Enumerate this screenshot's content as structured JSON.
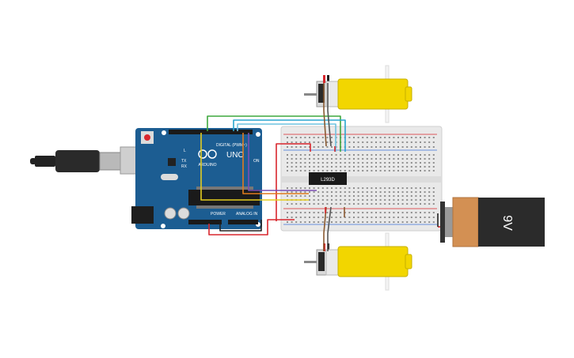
{
  "arduino": {
    "brand": "ARDUINO",
    "model": "UNO",
    "digital_label": "DIGITAL (PWM~)",
    "power_label": "POWER",
    "analog_label": "ANALOG IN",
    "l_label": "L",
    "tx_label": "TX",
    "rx_label": "RX",
    "on_label": "ON",
    "color": "#1c5d92"
  },
  "driver_chip": {
    "label": "L293D"
  },
  "battery": {
    "label": "9V",
    "body_color": "#2b2b2b",
    "cap_color": "#d39053"
  },
  "motors": {
    "color": "#f2d600"
  },
  "usb_cable": {
    "color": "#222222"
  },
  "wire_colors": {
    "green": "#3ea83e",
    "cyan": "#2aa6cf",
    "lightblue": "#6fc3e0",
    "red": "#d8262d",
    "yellow": "#e5cd1f",
    "orange": "#e07b1d",
    "purple": "#7a4fb2",
    "black": "#222222",
    "brown": "#8a5a32"
  }
}
